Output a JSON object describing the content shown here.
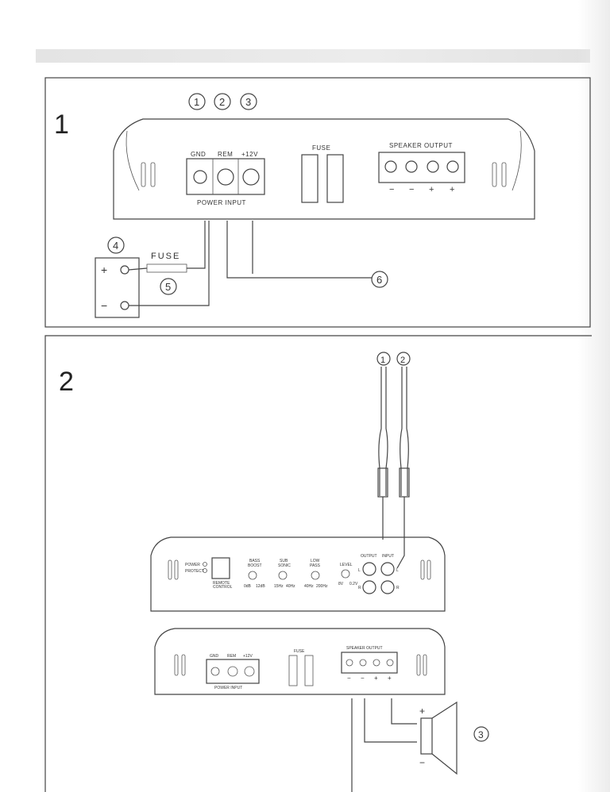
{
  "header": {
    "band": ""
  },
  "panel1": {
    "step": "1",
    "callouts": [
      "1",
      "2",
      "3",
      "4",
      "5",
      "6"
    ],
    "amp": {
      "gnd": "GND",
      "rem": "REM",
      "plus12": "+12V",
      "power_input": "POWER INPUT",
      "fuse": "FUSE",
      "speaker_output": "SPEAKER OUTPUT",
      "polarity": [
        "−",
        "−",
        "+",
        "+"
      ]
    },
    "battery": {
      "plus": "+",
      "minus": "−",
      "fuse": "FUSE"
    }
  },
  "panel2": {
    "step": "2",
    "callouts": [
      "1",
      "2",
      "3"
    ],
    "control_amp": {
      "power": "POWER",
      "protect": "PROTECT",
      "remote_control": [
        "REMOTE",
        "CONTROL"
      ],
      "bass_boost": [
        "BASS",
        "BOOST"
      ],
      "bass_range": [
        "0dB",
        "12dB"
      ],
      "sub_sonic": [
        "SUB",
        "SONIC"
      ],
      "sub_range": [
        "15Hz",
        "40Hz"
      ],
      "low_pass": [
        "LOW",
        "PASS"
      ],
      "lp_range": [
        "40Hz",
        "200Hz"
      ],
      "level": "LEVEL",
      "level_range": [
        "8V",
        "0.2V"
      ],
      "output": "OUTPUT",
      "input": "INPUT",
      "l": "L",
      "r": "R"
    },
    "amp": {
      "gnd": "GND",
      "rem": "REM",
      "plus12": "+12V",
      "power_input": "POWER INPUT",
      "fuse": "FUSE",
      "speaker_output": "SPEAKER OUTPUT",
      "polarity": [
        "−",
        "−",
        "+",
        "+"
      ]
    },
    "speaker": {
      "plus": "+",
      "minus": "−"
    }
  }
}
